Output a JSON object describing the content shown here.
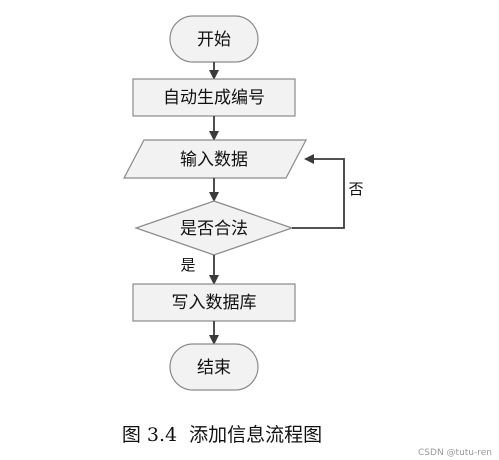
{
  "colors": {
    "shape_fill": "#f2f2f2",
    "shape_stroke": "#8a8a8a",
    "arrow": "#3a3a3a",
    "text": "#111111",
    "watermark": "#9a9a9a"
  },
  "flowchart": {
    "nodes": {
      "start": {
        "shape": "terminator",
        "label": "开始"
      },
      "generate_id": {
        "shape": "process",
        "label": "自动生成编号"
      },
      "input_data": {
        "shape": "io",
        "label": "输入数据"
      },
      "validate": {
        "shape": "decision",
        "label": "是否合法"
      },
      "write_db": {
        "shape": "process",
        "label": "写入数据库"
      },
      "end": {
        "shape": "terminator",
        "label": "结束"
      }
    },
    "edges": {
      "yes_label": "是",
      "no_label": "否"
    }
  },
  "caption": {
    "text": "图 3.4  添加信息流程图"
  },
  "watermark": {
    "text": "CSDN @tutu-ren"
  }
}
